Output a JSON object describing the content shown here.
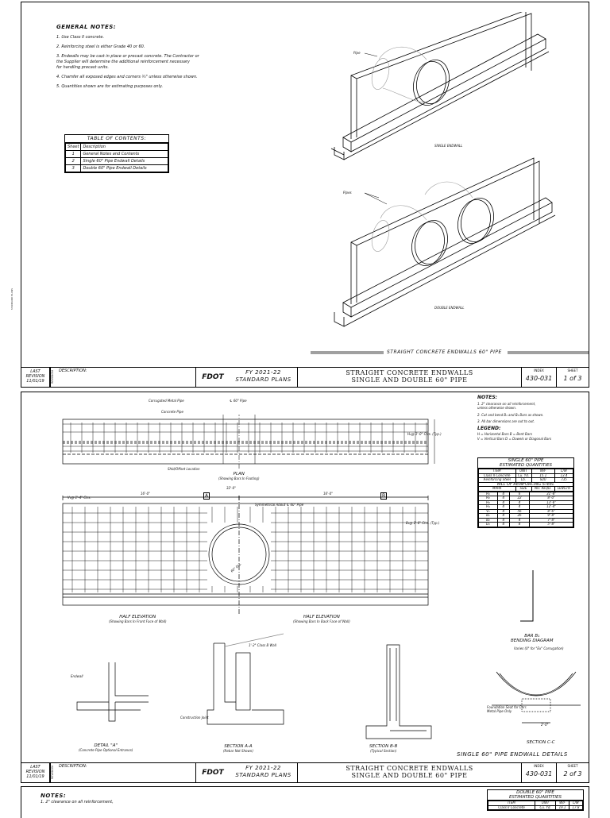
{
  "sheet1": {
    "notes_heading": "GENERAL NOTES:",
    "notes": [
      "1. Use Class II concrete.",
      "2. Reinforcing steel is either Grade 40 or 60.",
      "3. Endwalls may be cast in place or precast concrete. The Contractor or\n   the Supplier will determine the additional reinforcement necessary\n   for handling precast units.",
      "4. Chamfer all exposed edges and corners ¾\" unless otherwise shown.",
      "5. Quantities shown are for estimating purposes only."
    ],
    "toc": {
      "title": "TABLE OF CONTENTS:",
      "headers": [
        "Sheet",
        "Description"
      ],
      "rows": [
        [
          "1",
          "General Notes and Contents"
        ],
        [
          "2",
          "Single 60\" Pipe Endwall Details"
        ],
        [
          "3",
          "Double 60\" Pipe Endwall Details"
        ]
      ]
    },
    "labels": {
      "pipe": "Pipe",
      "pipes": "Pipes",
      "single": "SINGLE ENDWALL",
      "double": "DOUBLE ENDWALL"
    },
    "banner": "STRAIGHT CONCRETE ENDWALLS 60\" PIPE",
    "side_text": "STANDARD PLANS",
    "titleblock": {
      "last": "LAST",
      "revision": "REVISION",
      "date": "11/01/19",
      "rev_vert": "REVISION",
      "description": "DESCRIPTION:",
      "fdot": "FDOT",
      "fy": "FY 2021-22",
      "std": "STANDARD PLANS",
      "title1": "STRAIGHT CONCRETE ENDWALLS",
      "title2": "SINGLE AND DOUBLE 60\" PIPE",
      "index_label": "INDEX",
      "index": "430-031",
      "sheet_label": "SHEET",
      "sheet": "1 of 3"
    }
  },
  "sheet2": {
    "notes_heading": "NOTES:",
    "notes": [
      "1. 2\" clearance on all reinforcement,\n   unless otherwise shown.",
      "2. Cut and bend B₁ and B₂ Bars as shown.",
      "3. All bar dimensions are out to out."
    ],
    "legend_heading": "LEGEND:",
    "legend": [
      "H = Horizontal Bars    B = Bent Bars",
      "V = Vertical Bars    D = Dowels or Diagonal Bars"
    ],
    "qty": {
      "title1": "SINGLE 60\" PIPE",
      "title2": "ESTIMATED QUANTITIES",
      "headers": [
        "ITEM",
        "UNIT",
        "W/F",
        "L/W"
      ],
      "rows": [
        [
          "Class II Concrete",
          "Cu. Yd.",
          "15.1",
          "13.4"
        ],
        [
          "Reinforcing Steel",
          "Lb.",
          "820",
          "735"
        ]
      ],
      "bill_title": "BILL OF REINFORCING STEEL",
      "bill_headers": [
        "MARK",
        "SIZE",
        "NO. REQD.",
        "LENGTH"
      ],
      "bill_rows": [
        [
          "H₁",
          "4",
          "6",
          "31'-8\""
        ],
        [
          "H₂",
          "4",
          "22",
          "8'-0\""
        ],
        [
          "H₃",
          "4",
          "4",
          "13'-6\""
        ],
        [
          "H₄",
          "4",
          "4",
          "12'-4\""
        ],
        [
          "V₁",
          "4",
          "56",
          "8'-6\""
        ],
        [
          "B₁",
          "4",
          "26",
          "9'-8\""
        ],
        [
          "B₂",
          "4",
          "4",
          "7'-8\""
        ],
        [
          "D₁",
          "4",
          "8",
          "5'-8\""
        ]
      ]
    },
    "labels": {
      "corrugated": "Corrugated Metal Pipe",
      "concrete_pipe": "Concrete Pipe",
      "cl_pipe": "℄ 60\" Pipe",
      "plan": "PLAN",
      "plan_sub": "(Showing Bars In Footing)",
      "shoulder": "Shld/Offset Location",
      "dim_total": "32'-0\"",
      "dim_half_l": "16'-0\"",
      "dim_half_r": "16'-0\"",
      "symmetrical": "Symmetrical About ℄ 60\" Pipe",
      "v1_ctrs": "V₁@ 1'-4\" Ctrs.",
      "h_ctrs": "H₂@ 1'-0\" Ctrs. (Typ.)",
      "b1_ctrs": "B₁@ 1'-0\" Ctrs. (Typ.)",
      "dia": "60\" Dia.",
      "half_elev_l": "HALF ELEVATION",
      "half_elev_l_sub": "(Showing Bars In Front Face of Wall)",
      "half_elev_r": "HALF ELEVATION",
      "half_elev_r_sub": "(Showing Bars In Back Face of Wall)",
      "sec_a": "A",
      "sec_b": "B",
      "bar_b1": "BAR B₁",
      "bending": "BENDING DIAGRAM",
      "detail_a": "DETAIL \"A\"",
      "detail_a_sub": "(Concrete Pipe Optional Entrance)",
      "endwall": "Endwall",
      "section_aa": "SECTION A-A",
      "section_aa_sub": "(Rebar Not Shown)",
      "section_bb": "SECTION B-B",
      "section_bb_sub": "(Typical Section)",
      "section_cc": "SECTION C-C",
      "construction_joint": "Construction Joint",
      "class_b": "1'-2\" Class B Wall",
      "foundation": "Foundation Seat for Corr. Metal Pipe Only",
      "varies": "Varies (0\" for \"Ex\" Corrugation)",
      "two_ft": "2'-0\""
    },
    "banner": "SINGLE 60\" PIPE ENDWALL DETAILS",
    "titleblock": {
      "last": "LAST",
      "revision": "REVISION",
      "date": "11/01/19",
      "rev_vert": "REVISION",
      "description": "DESCRIPTION:",
      "fdot": "FDOT",
      "fy": "FY 2021-22",
      "std": "STANDARD PLANS",
      "title1": "STRAIGHT CONCRETE ENDWALLS",
      "title2": "SINGLE AND DOUBLE 60\" PIPE",
      "index_label": "INDEX",
      "index": "430-031",
      "sheet_label": "SHEET",
      "sheet": "2 of 3"
    }
  },
  "sheet3": {
    "notes_heading": "NOTES:",
    "note1": "1. 2\" clearance on all reinforcement,",
    "qty_title1": "DOUBLE 60\" PIPE",
    "qty_title2": "ESTIMATED QUANTITIES",
    "headers": [
      "ITEM",
      "UNIT",
      "W/F",
      "L/W"
    ],
    "row": [
      "Class II Concrete",
      "Cu. Yd.",
      "19.1",
      "17.8"
    ]
  }
}
